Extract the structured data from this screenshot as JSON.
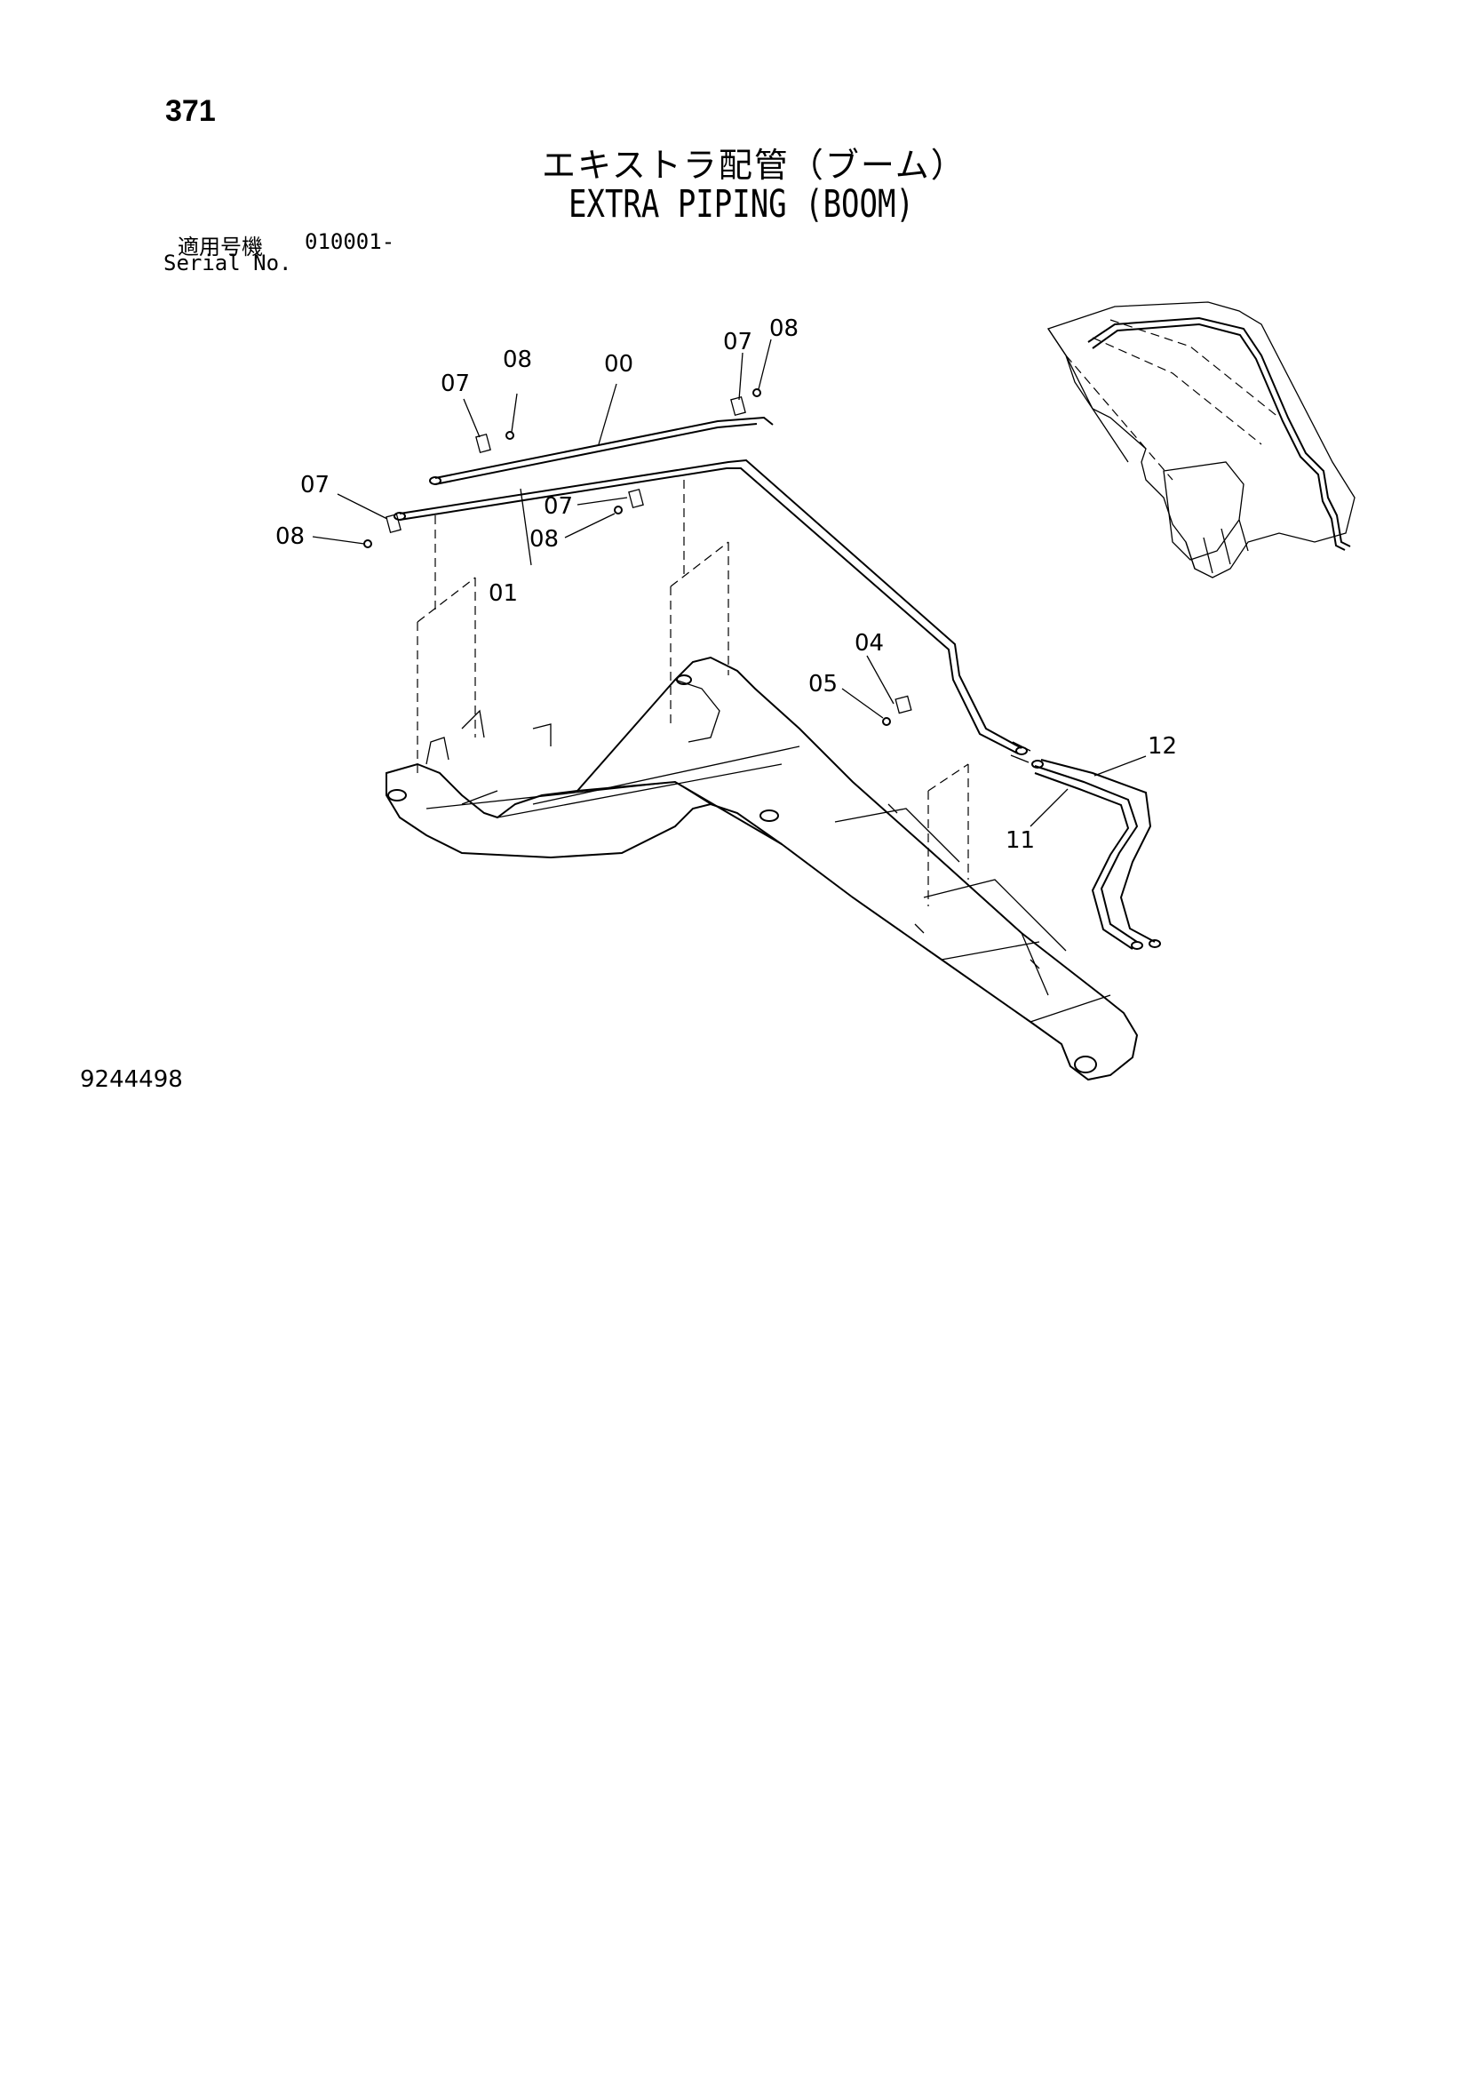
{
  "header": {
    "page_number": "371",
    "title_jp": "エキストラ配管（ブーム）",
    "title_en": "EXTRA PIPING (BOOM)",
    "serial_label_jp": "適用号機",
    "serial_value": "010001-",
    "serial_label_en": "Serial No."
  },
  "footer": {
    "drawing_number": "9244498"
  },
  "callouts": {
    "c00": "00",
    "c01": "01",
    "c04": "04",
    "c05": "05",
    "c07a": "07",
    "c08a": "08",
    "c07b": "07",
    "c08b": "08",
    "c07c": "07",
    "c08c": "08",
    "c07d": "07",
    "c08d": "08",
    "c11": "11",
    "c12": "12"
  }
}
